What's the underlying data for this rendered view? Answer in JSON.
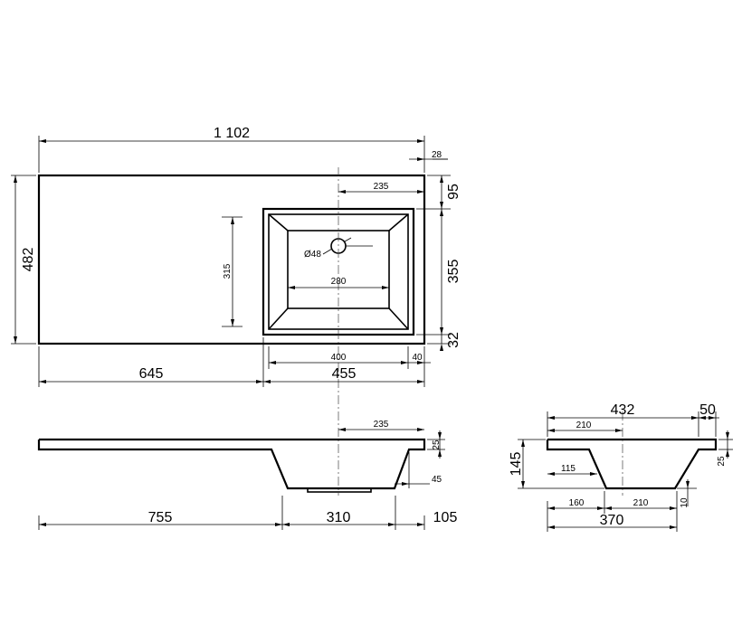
{
  "top_view": {
    "overall_width": "1 102",
    "overall_depth": "482",
    "right_margin": "28",
    "tap_offset": "235",
    "front_margin_top": "95",
    "bowl_depth": "355",
    "back_margin": "32",
    "bowl_inner_depth": "315",
    "tap_hole": "Ø48",
    "bowl_bottom_width": "280",
    "bowl_inner_width": "400",
    "side_margin": "40",
    "left_section": "645",
    "right_section": "455"
  },
  "front_view": {
    "tap_offset": "235",
    "slab_thickness": "25",
    "bowl_angle_offset": "45",
    "left_length": "755",
    "bowl_width": "310",
    "right_length": "105"
  },
  "side_view": {
    "overall_depth": "432",
    "rear_overhang": "50",
    "tap_position": "210",
    "total_height": "145",
    "slab_thickness": "25",
    "drain_offset": "115",
    "drain_front": "160",
    "bowl_bottom": "210",
    "bottom_step": "10",
    "bowl_depth_total": "370"
  }
}
